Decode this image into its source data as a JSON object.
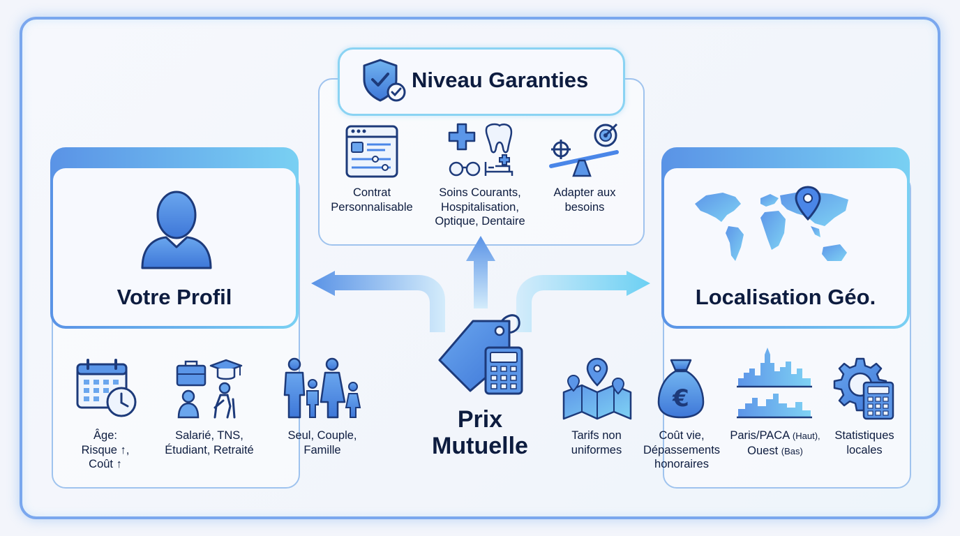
{
  "center": {
    "title_line1": "Prix",
    "title_line2": "Mutuelle"
  },
  "top": {
    "title": "Niveau Garanties",
    "items": [
      {
        "line1": "Contrat",
        "line2": "Personnalisable"
      },
      {
        "line1": "Soins Courants,",
        "line2": "Hospitalisation,",
        "line3": "Optique, Dentaire"
      },
      {
        "line1": "Adapter aux",
        "line2": "besoins"
      }
    ]
  },
  "left": {
    "title": "Votre Profil",
    "items": [
      {
        "line1": "Âge:",
        "line2": "Risque ↑,",
        "line3": "Coût ↑"
      },
      {
        "line1": "Salarié, TNS,",
        "line2": "Étudiant, Retraité"
      },
      {
        "line1": "Seul, Couple,",
        "line2": "Famille"
      }
    ]
  },
  "right": {
    "title": "Localisation Géo.",
    "items": [
      {
        "line1": "Tarifs non",
        "line2": "uniformes"
      },
      {
        "line1": "Coût vie,",
        "line2": "Dépassements",
        "line3": "honoraires"
      },
      {
        "line1a": "Paris/PACA",
        "line1b": "(Haut),",
        "line2a": "Ouest",
        "line2b": "(Bas)"
      },
      {
        "line1": "Statistiques",
        "line2": "locales"
      }
    ]
  },
  "colors": {
    "accent_blue": "#4a86e8",
    "accent_cyan": "#7cd4f5",
    "text": "#0d1c3f"
  }
}
